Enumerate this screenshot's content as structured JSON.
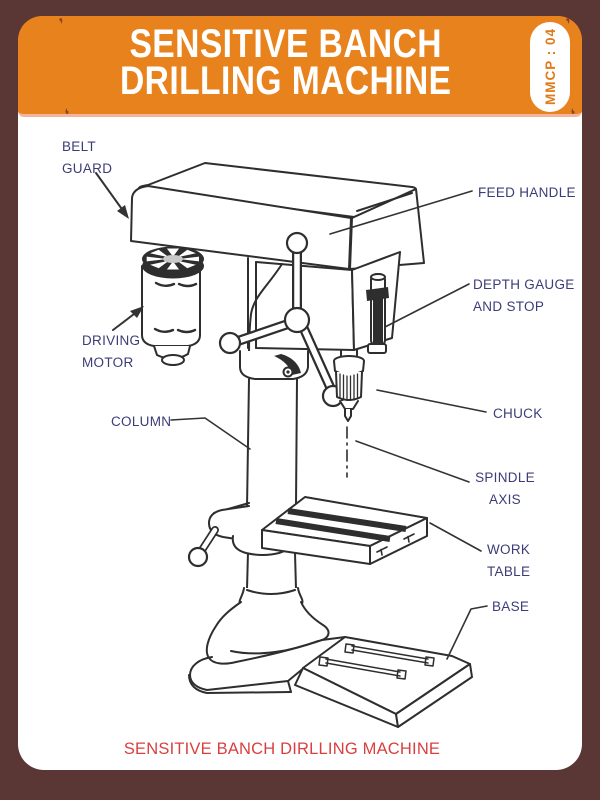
{
  "header": {
    "title": "SENSITIVE BANCH\nDRILLING MACHINE",
    "badge": "MMCP : 04"
  },
  "part_labels": {
    "belt_guard": "BELT\nGUARD",
    "feed_handle": "FEED HANDLE",
    "depth_gauge_and_stop": "DEPTH GAUGE\nAND STOP",
    "driving_motor": "DRIVING\nMOTOR",
    "chuck": "CHUCK",
    "column": "COLUMN",
    "spindle_axis": "SPINDLE\nAXIS",
    "work_table": "WORK\nTABLE",
    "base": "BASE"
  },
  "caption": "SENSITIVE BANCH DIRLLING MACHINE",
  "ornament_glyph": "❜",
  "colors": {
    "frame": "#5a3734",
    "banner": "#e8821c",
    "panel": "#ffffff",
    "label": "#3c3c78",
    "caption": "#d84040",
    "line": "#2e2e2e",
    "badge_text": "#e07b1a"
  }
}
